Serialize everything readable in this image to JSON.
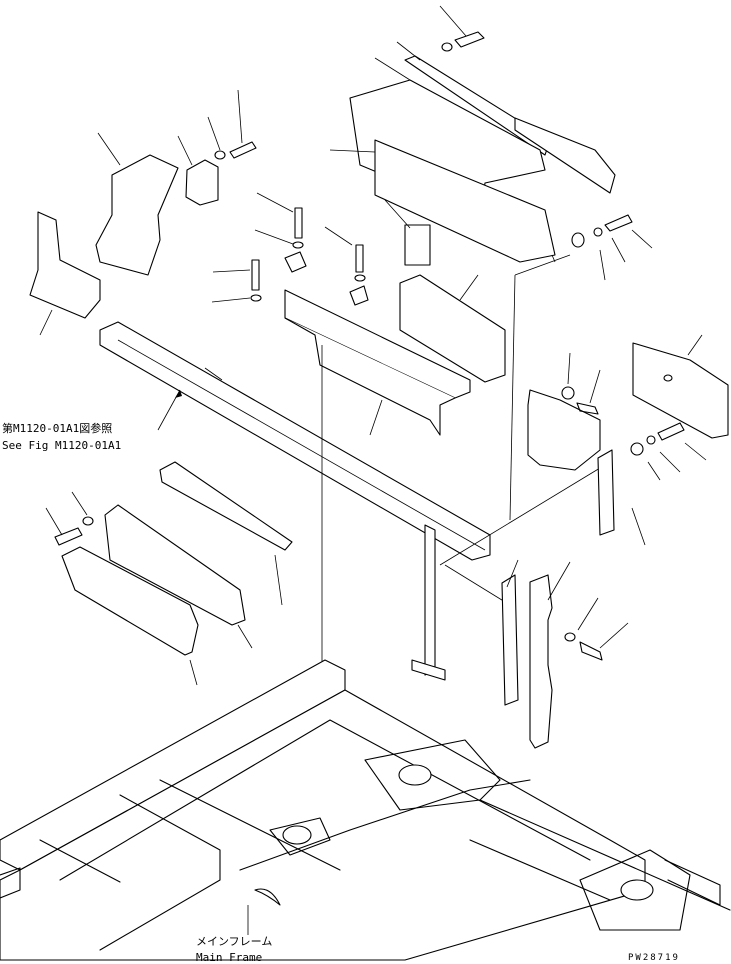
{
  "reference_note": {
    "line_jp": "第M1120-01A1図参照",
    "line_en": "See Fig M1120-01A1"
  },
  "main_frame_label": {
    "jp": "メインフレーム",
    "en": "Main Frame"
  },
  "drawing_code": "PW28719"
}
